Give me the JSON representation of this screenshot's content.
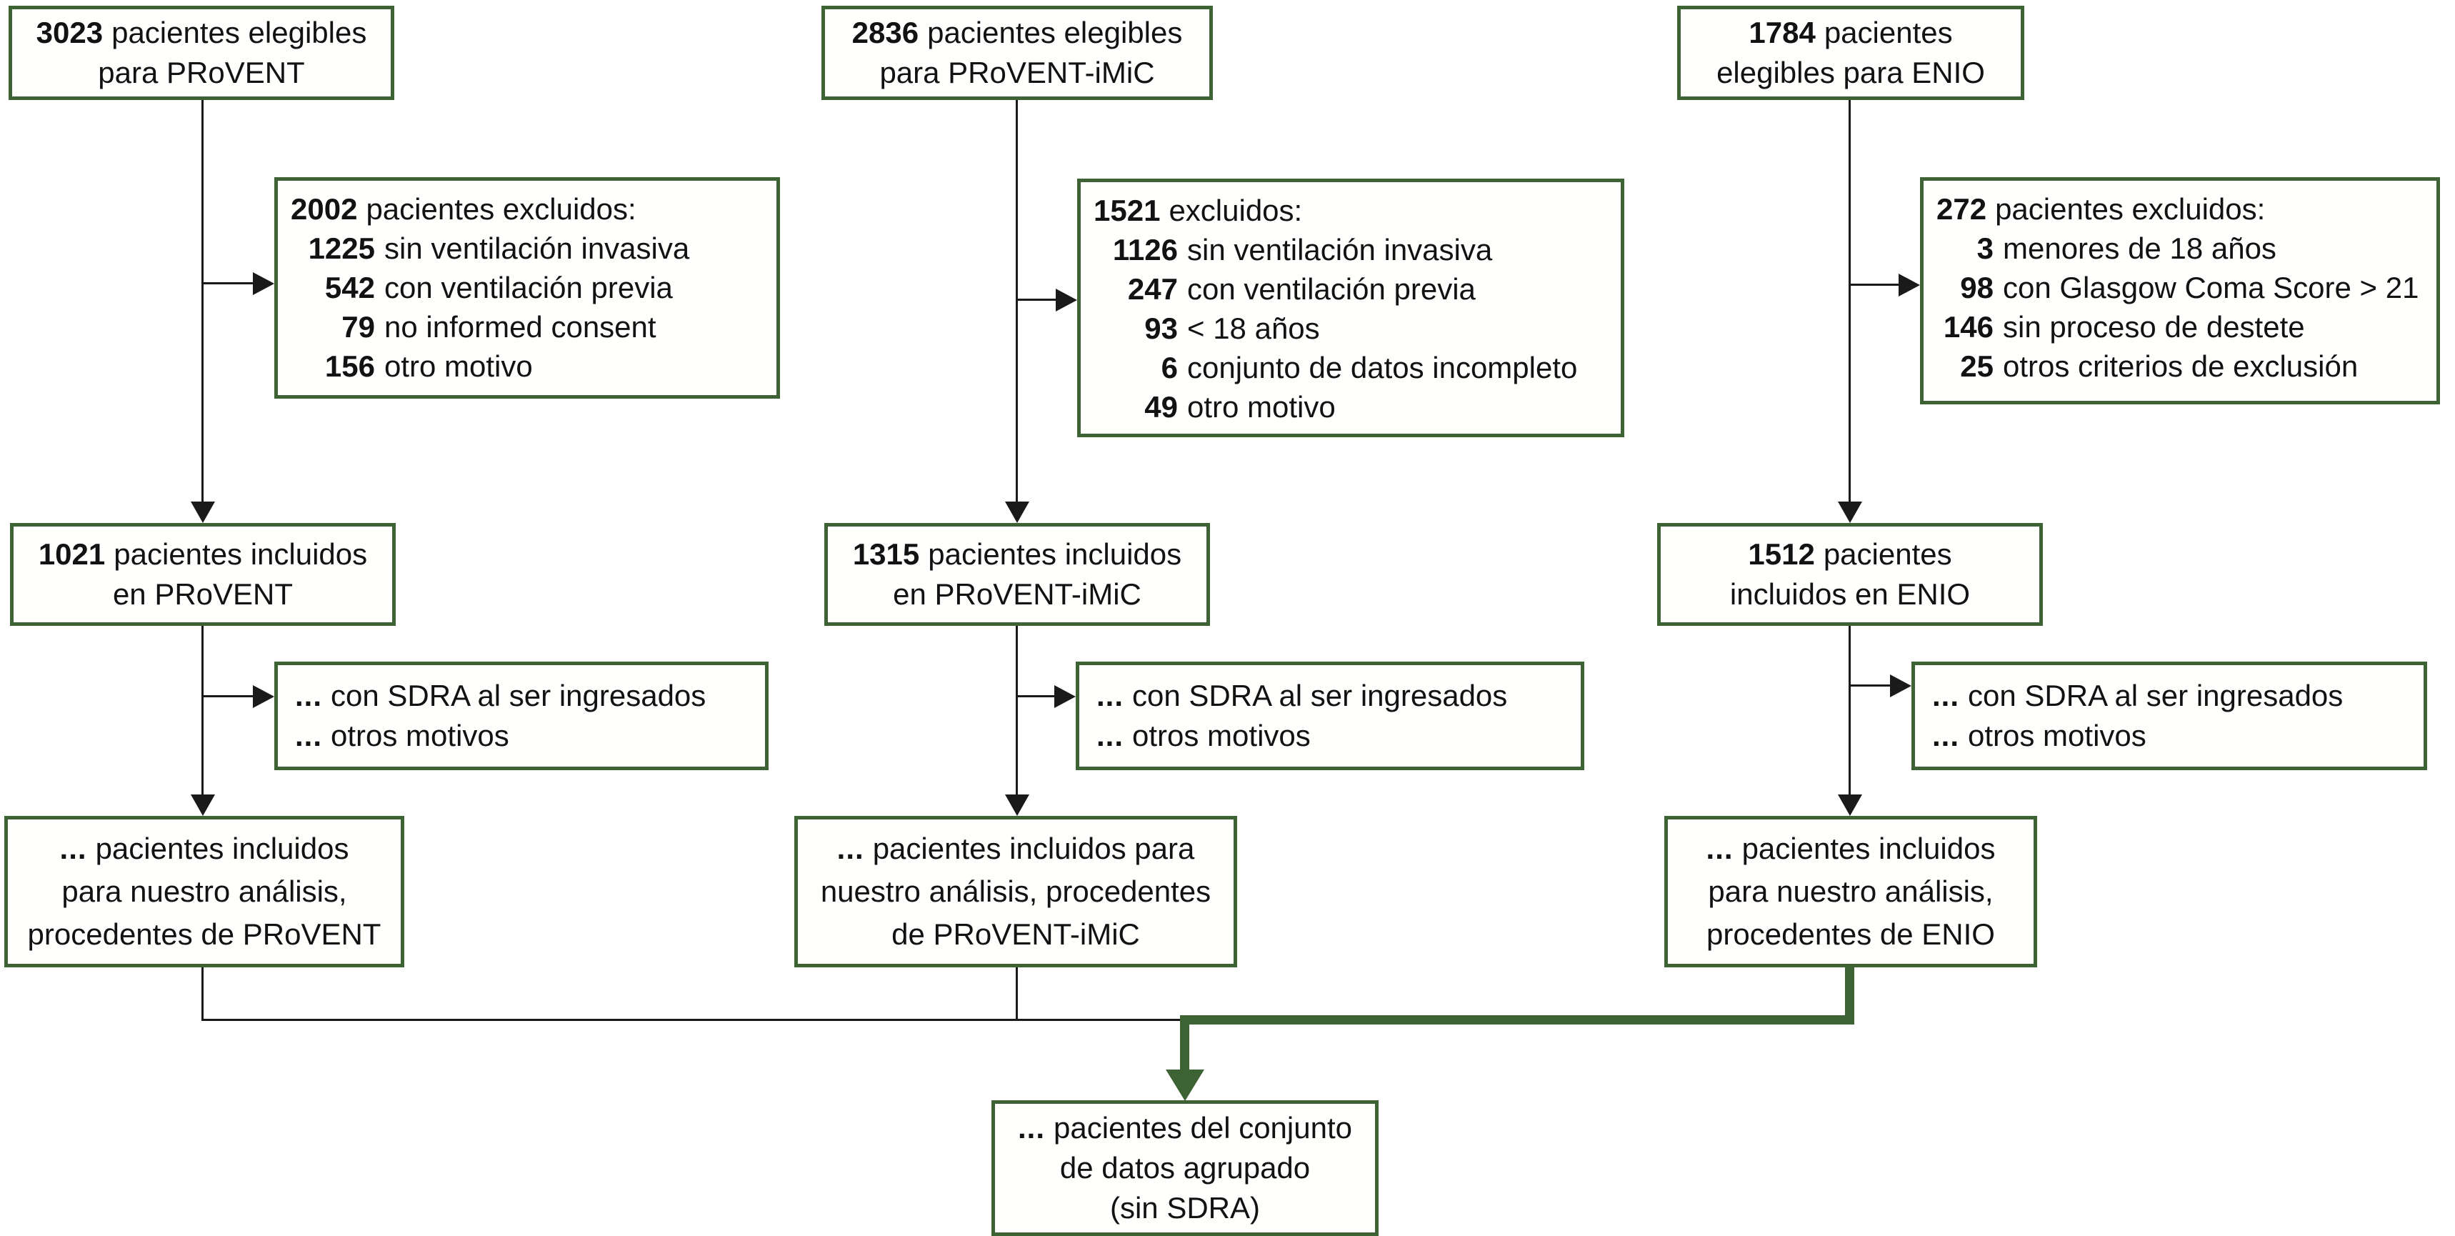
{
  "colors": {
    "box_border_green": "#3d6234",
    "flow_line_black": "#1a1a1a",
    "emphasis_arrow_green": "#3d6234"
  },
  "columns": [
    {
      "eligible": {
        "num": "3023",
        "rest": "pacientes elegibles",
        "line2": "para PRoVENT"
      },
      "excluded": {
        "header_num": "2002",
        "header_text": "pacientes excluidos:",
        "items": [
          {
            "num": "1225",
            "text": "sin ventilación invasiva"
          },
          {
            "num": "542",
            "text": "con ventilación previa"
          },
          {
            "num": "79",
            "text": "no informed consent"
          },
          {
            "num": "156",
            "text": "otro motivo"
          }
        ]
      },
      "included": {
        "num": "1021",
        "rest": "pacientes incluidos",
        "line2": "en PRoVENT"
      },
      "admission": {
        "items": [
          {
            "dots": "...",
            "text": "con SDRA al ser ingresados"
          },
          {
            "dots": "...",
            "text": "otros motivos"
          }
        ]
      },
      "analysis": {
        "dots": "...",
        "line1": "pacientes incluidos",
        "line2": "para nuestro análisis,",
        "line3": "procedentes de PRoVENT"
      }
    },
    {
      "eligible": {
        "num": "2836",
        "rest": "pacientes elegibles",
        "line2": "para PRoVENT-iMiC"
      },
      "excluded": {
        "header_num": "1521",
        "header_text": "excluidos:",
        "items": [
          {
            "num": "1126",
            "text": "sin ventilación invasiva"
          },
          {
            "num": "247",
            "text": "con ventilación previa"
          },
          {
            "num": "93",
            "text": "< 18 años"
          },
          {
            "num": "6",
            "text": "conjunto de datos incompleto"
          },
          {
            "num": "49",
            "text": "otro motivo"
          }
        ]
      },
      "included": {
        "num": "1315",
        "rest": "pacientes incluidos",
        "line2": "en PRoVENT-iMiC"
      },
      "admission": {
        "items": [
          {
            "dots": "...",
            "text": "con SDRA al ser ingresados"
          },
          {
            "dots": "...",
            "text": "otros motivos"
          }
        ]
      },
      "analysis": {
        "dots": "...",
        "line1": "pacientes incluidos para",
        "line2": "nuestro análisis, procedentes",
        "line3": "de PRoVENT-iMiC"
      }
    },
    {
      "eligible": {
        "num": "1784",
        "rest": "pacientes",
        "line2": "elegibles para ENIO"
      },
      "excluded": {
        "header_num": "272",
        "header_text": "pacientes excluidos:",
        "items": [
          {
            "num": "3",
            "text": "menores de 18 años"
          },
          {
            "num": "98",
            "text": "con Glasgow Coma Score > 21"
          },
          {
            "num": "146",
            "text": "sin proceso de destete"
          },
          {
            "num": "25",
            "text": "otros criterios de exclusión"
          }
        ]
      },
      "included": {
        "num": "1512",
        "rest": "pacientes",
        "line2": "incluidos en ENIO"
      },
      "admission": {
        "items": [
          {
            "dots": "...",
            "text": "con SDRA al ser ingresados"
          },
          {
            "dots": "...",
            "text": "otros motivos"
          }
        ]
      },
      "analysis": {
        "dots": "...",
        "line1": "pacientes incluidos",
        "line2": "para nuestro análisis,",
        "line3": "procedentes de ENIO"
      }
    }
  ],
  "pooled": {
    "dots": "...",
    "line1": "pacientes del conjunto",
    "line2": "de datos agrupado",
    "line3": "(sin SDRA)"
  }
}
